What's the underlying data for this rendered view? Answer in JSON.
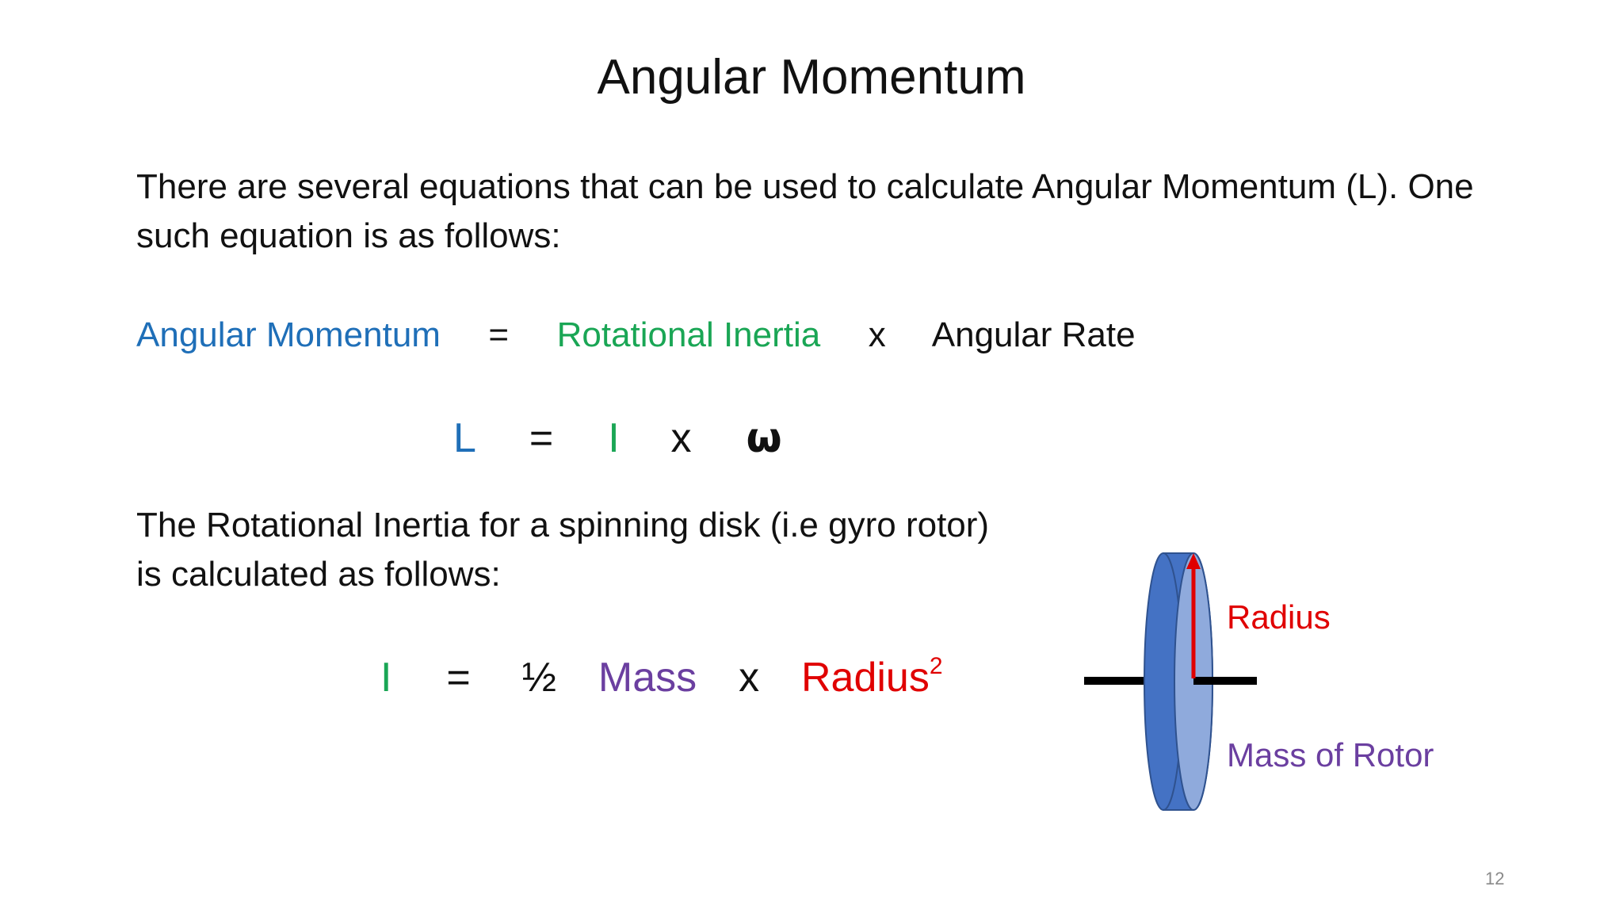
{
  "slide": {
    "title": "Angular Momentum",
    "intro_text": "There are several equations that can be used to calculate Angular Momentum (L).  One such equation is as follows:",
    "word_equation": {
      "term1": "Angular Momentum",
      "equals": "=",
      "term2": "Rotational Inertia",
      "times": "x",
      "term3": "Angular Rate"
    },
    "symbol_equation": {
      "L": "L",
      "equals": "=",
      "I": "I",
      "times": "x",
      "omega": "ω"
    },
    "disk_text": "The Rotational Inertia for a spinning disk (i.e gyro rotor) is calculated as follows:",
    "inertia_equation": {
      "I": "I",
      "equals": "=",
      "half": "½",
      "mass": "Mass",
      "times": "x",
      "radius": "Radius",
      "exponent": "2"
    },
    "diagram": {
      "radius_label": "Radius",
      "mass_label": "Mass of Rotor"
    },
    "page_number": "12"
  },
  "colors": {
    "angular_momentum": "#1f6fb8",
    "rotational_inertia": "#1aa655",
    "mass": "#6b3fa0",
    "radius": "#e00000",
    "disk_face": "#4472c4",
    "disk_side": "#8faadc"
  }
}
